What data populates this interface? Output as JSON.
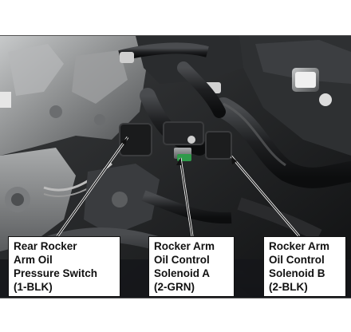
{
  "callouts": [
    {
      "lines": [
        "Rear Rocker",
        "Arm Oil",
        "Pressure Switch",
        "(1-BLK)"
      ]
    },
    {
      "lines": [
        "Rocker Arm",
        "Oil Control",
        "Solenoid A",
        "(2-GRN)"
      ]
    },
    {
      "lines": [
        "Rocker Arm",
        "Oil Control",
        "Solenoid B",
        "(2-BLK)"
      ]
    }
  ],
  "colors": {
    "background": "#ffffff",
    "engine_metal": "#8d8f90",
    "hose": "#1f2022",
    "green_connector": "#2f9a4a",
    "white_connector": "#eeeeee",
    "callout_border": "#111111"
  },
  "icons": [
    "engine-photo",
    "leader-line"
  ]
}
